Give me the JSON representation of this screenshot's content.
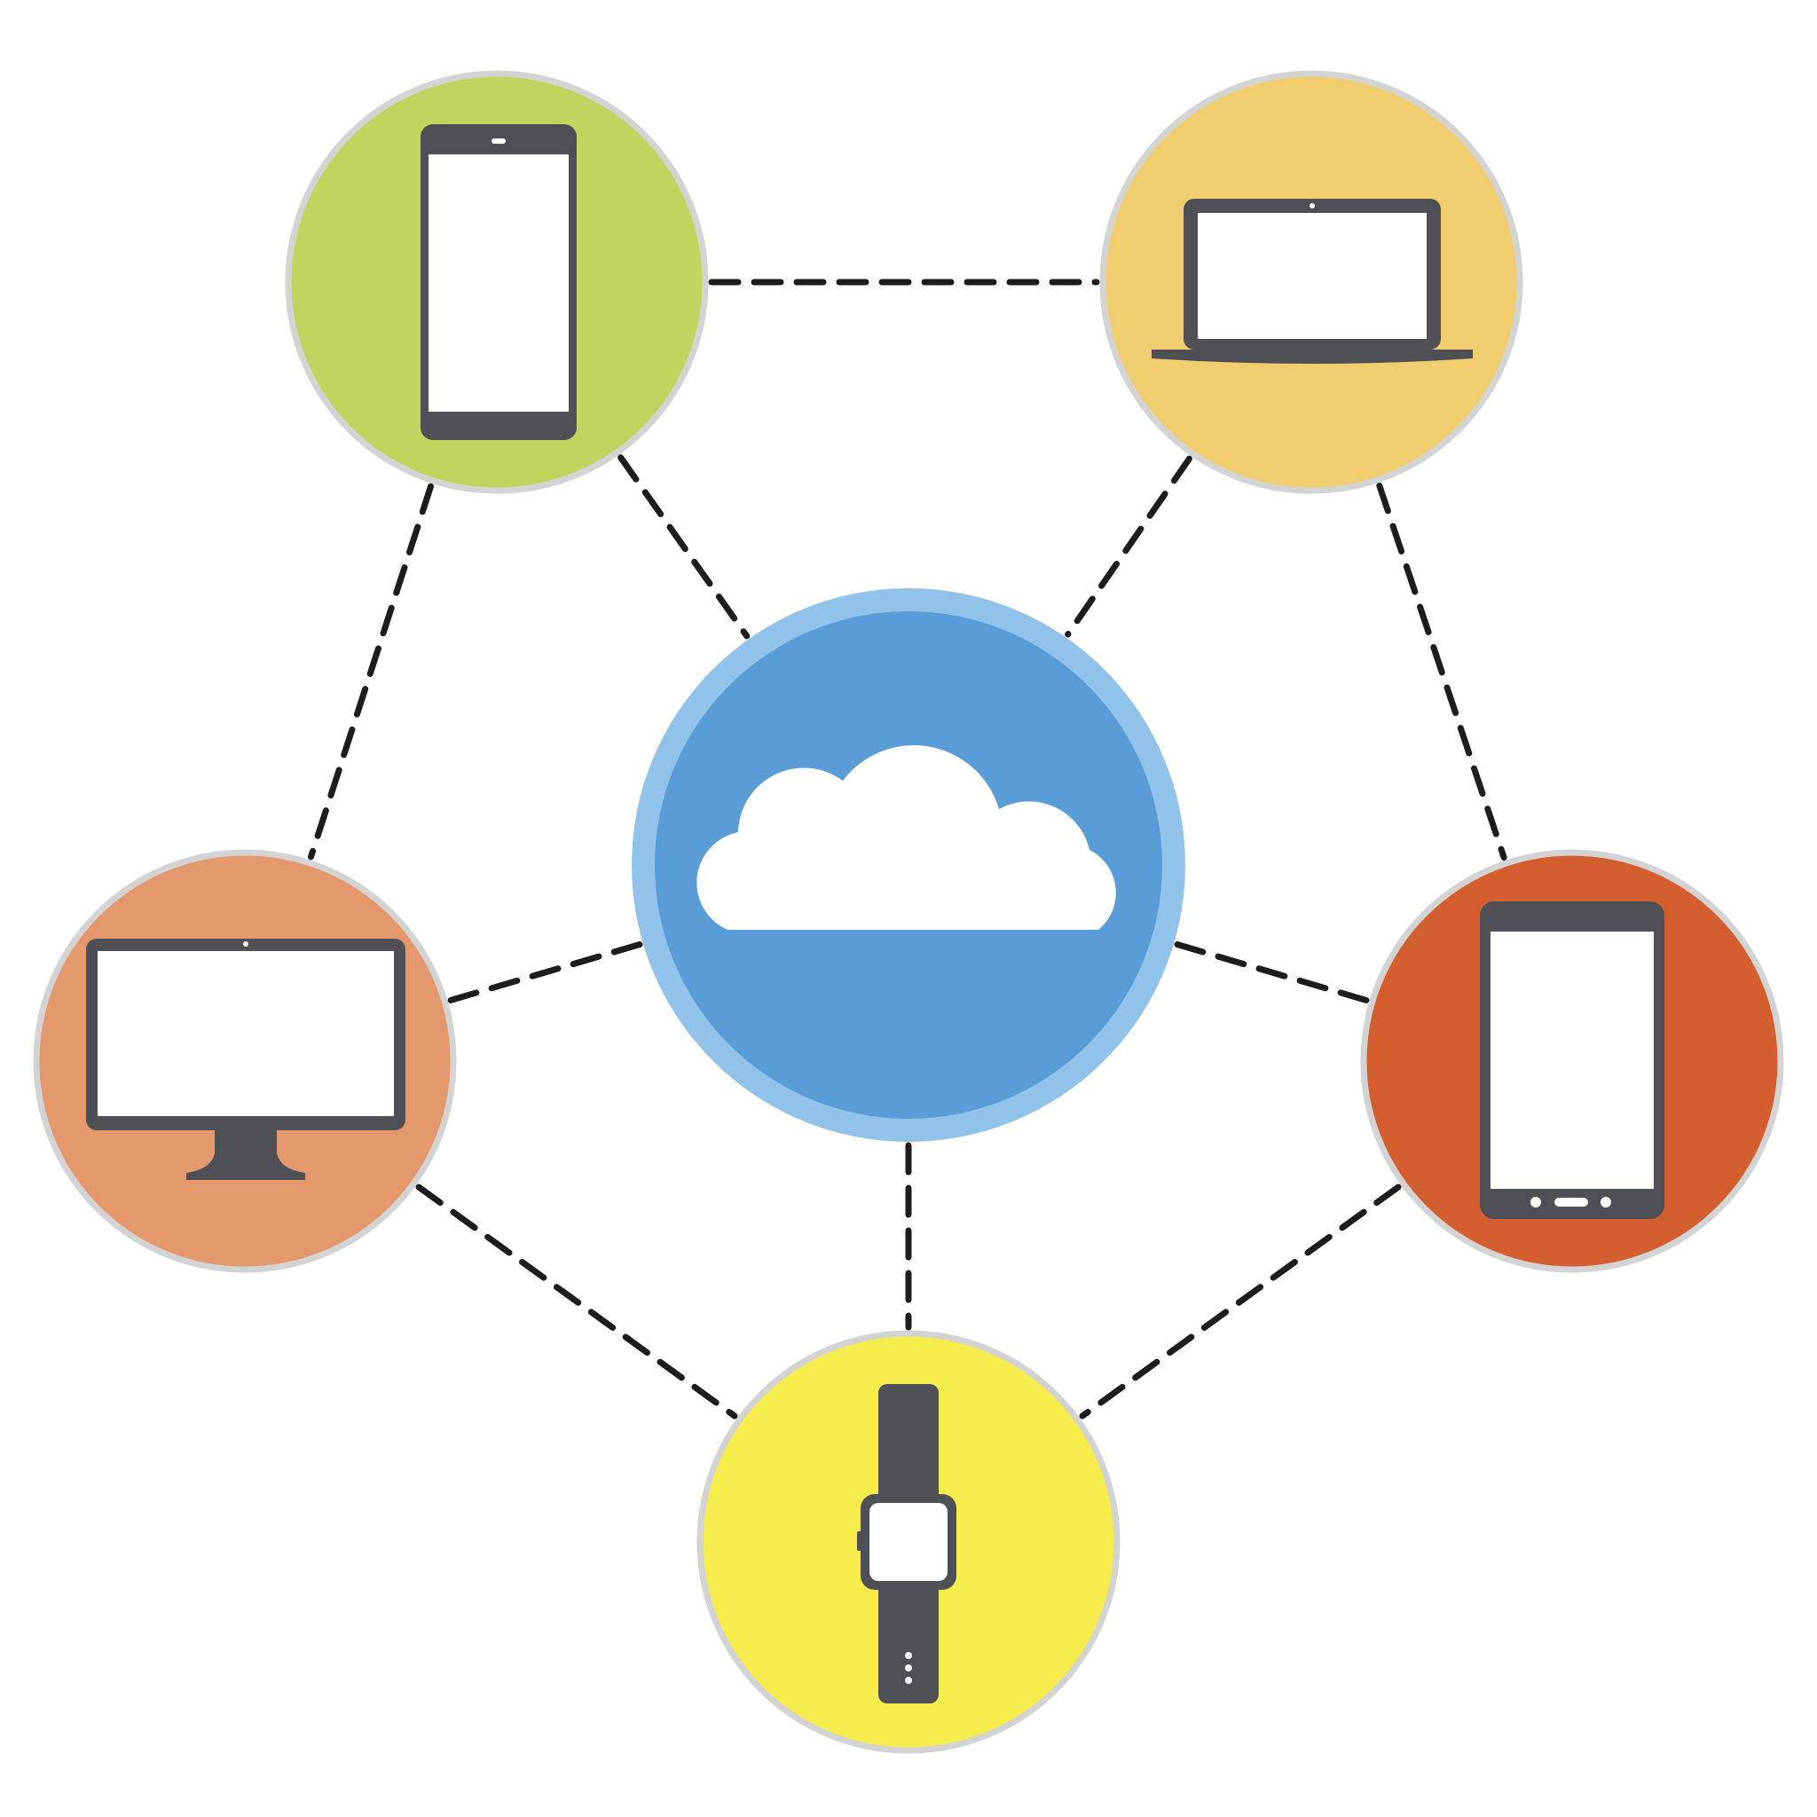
{
  "nodes": {
    "cloud": {
      "fill": "#5a9cd6",
      "ring": "#91c2ea",
      "icon": "cloud-icon"
    },
    "smartphone": {
      "fill": "#c0d55f",
      "icon": "smartphone-icon"
    },
    "laptop": {
      "fill": "#f0cd6f",
      "icon": "laptop-icon"
    },
    "desktop": {
      "fill": "#e3986e",
      "icon": "desktop-monitor-icon"
    },
    "tablet": {
      "fill": "#d35e2f",
      "icon": "tablet-icon"
    },
    "smartwatch": {
      "fill": "#f5ec4e",
      "icon": "smartwatch-icon"
    }
  },
  "links": [
    [
      "smartphone",
      "laptop"
    ],
    [
      "smartphone",
      "cloud"
    ],
    [
      "smartphone",
      "desktop"
    ],
    [
      "laptop",
      "cloud"
    ],
    [
      "laptop",
      "tablet"
    ],
    [
      "desktop",
      "cloud"
    ],
    [
      "tablet",
      "cloud"
    ],
    [
      "cloud",
      "smartwatch"
    ],
    [
      "desktop",
      "smartwatch"
    ],
    [
      "tablet",
      "smartwatch"
    ]
  ]
}
